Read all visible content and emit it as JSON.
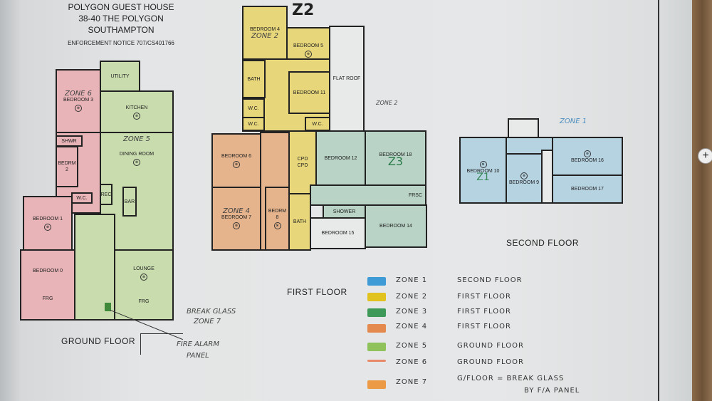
{
  "header": {
    "title": "POLYGON GUEST HOUSE",
    "address": "38-40 THE POLYGON",
    "city": "SOUTHAMPTON",
    "notice": "ENFORCEMENT NOTICE 707/CS401766"
  },
  "ground": {
    "label": "GROUND FLOOR",
    "zone6": "ZONE 6",
    "zone5": "ZONE 5",
    "rooms": {
      "bedroom3": "BEDROOM 3",
      "utility": "UTILITY",
      "kitchen": "KITCHEN",
      "shwr": "SHWR",
      "bedrm2": "BEDRM 2",
      "dining": "DINING ROOM",
      "wc": "W.C.",
      "rec": "REC",
      "bar": "BAR",
      "bedroom1": "BEDROOM 1",
      "bedroom0": "BEDROOM 0",
      "lounge": "LOUNGE",
      "frg": "FRG"
    },
    "break_glass": "BREAK GLASS",
    "break_zone": "ZONE 7",
    "panel1": "FIRE ALARM",
    "panel2": "PANEL"
  },
  "first": {
    "label": "FIRST FLOOR",
    "z2": "Z2",
    "zone2": "ZONE 2",
    "zone2_roof": "ZONE 2",
    "zone4": "ZONE 4",
    "z3": "Z3",
    "rooms": {
      "bedroom4": "BEDROOM 4",
      "bedroom5": "BEDROOM 5",
      "bath": "BATH",
      "bedroom11": "BEDROOM 11",
      "wc": "W.C.",
      "flat_roof": "FLAT ROOF",
      "bedroom6": "BEDROOM 6",
      "bedroom7": "BEDROOM 7",
      "bedrm8": "BEDRM 8",
      "bath2": "BATH",
      "cpd": "CPD",
      "bedroom12": "BEDROOM 12",
      "bedroom18": "BEDROOM 18",
      "shower": "SHOWER",
      "bedroom15": "BEDROOM 15",
      "bedroom14": "BEDROOM 14",
      "frsc": "FRSC"
    }
  },
  "second": {
    "label": "SECOND FLOOR",
    "zone1": "ZONE 1",
    "z1": "Z1",
    "rooms": {
      "bedroom10": "BEDROOM 10",
      "bedroom9": "BEDROOM 9",
      "bedroom16": "BEDROOM 16",
      "bedroom17": "BEDROOM 17"
    }
  },
  "legend": [
    {
      "zone": "ZONE 1",
      "floor": "SECOND FLOOR",
      "color": "#3f9bd6"
    },
    {
      "zone": "ZONE 2",
      "floor": "FIRST FLOOR",
      "color": "#e2c21f"
    },
    {
      "zone": "ZONE 3",
      "floor": "FIRST FLOOR",
      "color": "#3f9a5a"
    },
    {
      "zone": "ZONE 4",
      "floor": "FIRST FLOOR",
      "color": "#e48a4e"
    },
    {
      "zone": "ZONE 5",
      "floor": "GROUND FLOOR",
      "color": "#8fc25a"
    },
    {
      "zone": "ZONE 6",
      "floor": "GROUND FLOOR",
      "color": "#e88a6a"
    },
    {
      "zone": "ZONE 7",
      "floor": "G/FLOOR = BREAK GLASS",
      "floor2": "BY F/A PANEL",
      "color": "#ec9a45"
    }
  ]
}
